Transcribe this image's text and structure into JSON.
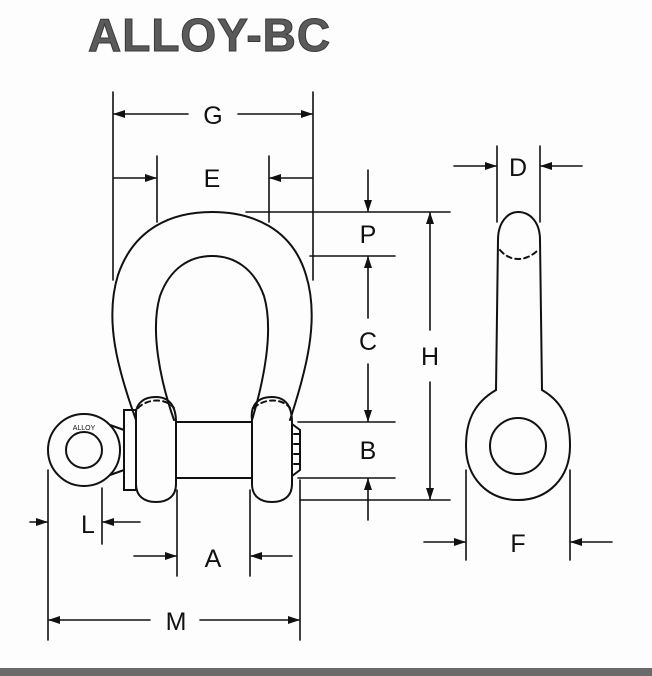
{
  "title": "ALLOY-BC",
  "shackle_stamp": "ALLOY",
  "dimensions": {
    "G": "G",
    "E": "E",
    "D": "D",
    "P": "P",
    "C": "C",
    "H": "H",
    "B": "B",
    "A": "A",
    "L": "L",
    "M": "M",
    "F": "F"
  }
}
